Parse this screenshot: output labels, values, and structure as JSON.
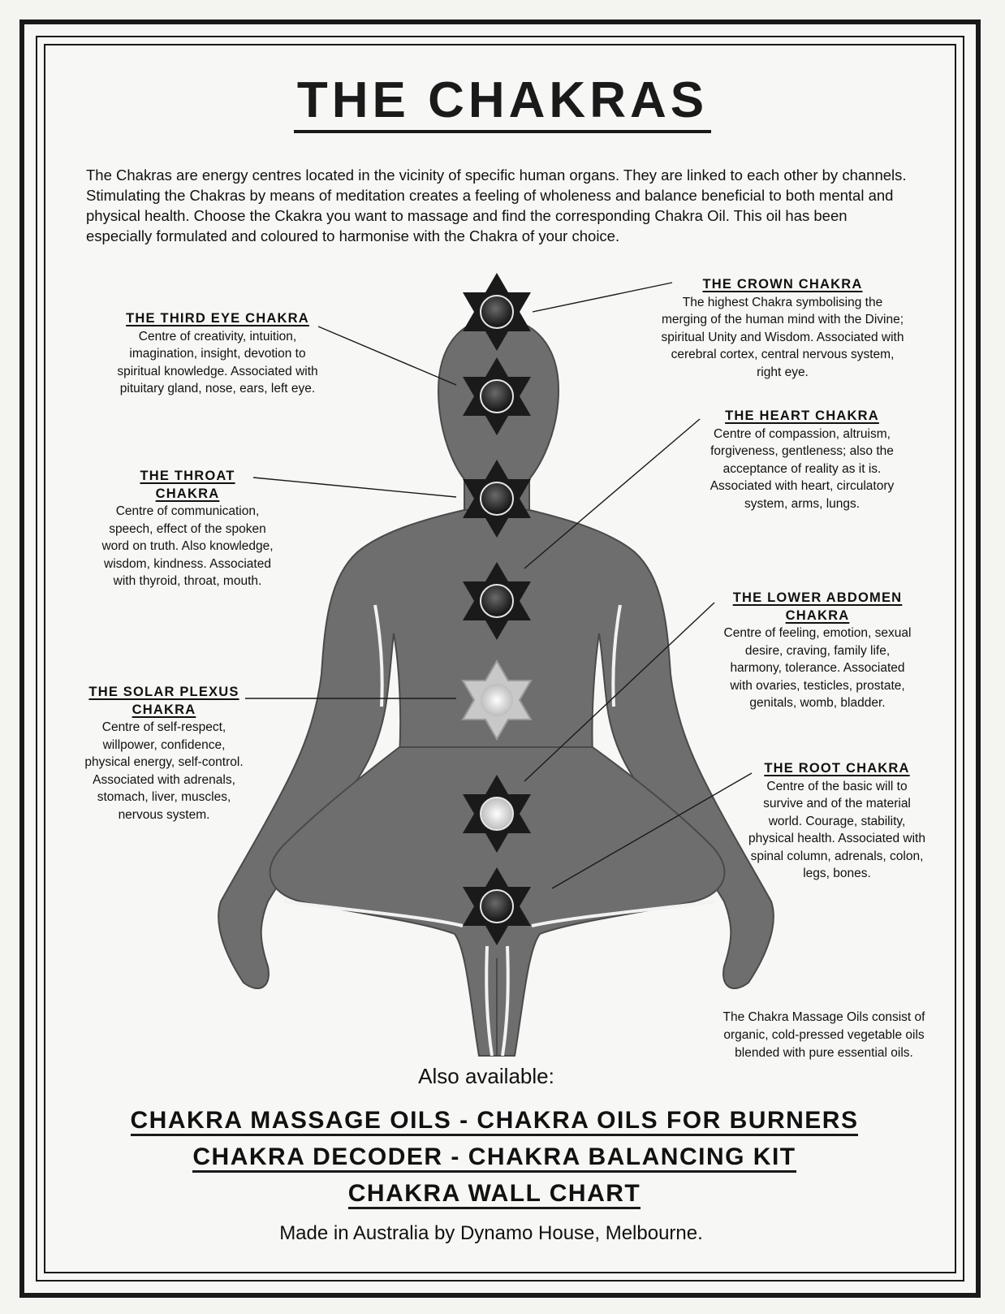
{
  "title": "THE CHAKRAS",
  "intro": "The Chakras are energy centres located in the vicinity of specific human organs. They are linked to each other by channels. Stimulating the Chakras by means of meditation creates a feeling of wholeness and balance beneficial to both mental and physical health. Choose the Ckakra you want to massage and find the corresponding Chakra Oil. This oil has been especially formulated and coloured to harmonise with the Chakra of your choice.",
  "chakras": {
    "crown": {
      "heading": "THE CROWN CHAKRA",
      "text": "The highest Chakra symbolising the merging of the human mind with the Divine; spiritual Unity and Wisdom. Associated with cerebral cortex, central nervous system, right eye."
    },
    "third_eye": {
      "heading": "THE THIRD EYE CHAKRA",
      "text": "Centre of creativity, intuition, imagination, insight, devotion to spiritual knowledge. Associated with pituitary gland, nose, ears, left eye."
    },
    "heart": {
      "heading": "THE HEART CHAKRA",
      "text": "Centre of compassion, altruism, forgiveness, gentleness; also the acceptance of reality as it is. Associated with heart, circulatory system, arms, lungs."
    },
    "throat": {
      "heading_line1": "THE THROAT",
      "heading_line2": "CHAKRA",
      "text": "Centre of communication, speech, effect of the spoken word on truth. Also knowledge, wisdom, kindness. Associated with thyroid, throat, mouth."
    },
    "lower_abdomen": {
      "heading_line1": "THE LOWER ABDOMEN",
      "heading_line2": "CHAKRA",
      "text": "Centre of feeling, emotion, sexual desire, craving, family life, harmony, tolerance. Associated with ovaries, testicles, prostate, genitals, womb, bladder."
    },
    "solar_plexus": {
      "heading_line1": "THE SOLAR PLEXUS",
      "heading_line2": "CHAKRA",
      "text": "Centre of self-respect, willpower, confidence, physical energy, self-control. Associated with adrenals, stomach, liver, muscles, nervous system."
    },
    "root": {
      "heading": "THE ROOT CHAKRA",
      "text": "Centre of the basic will to survive and of the material world. Courage, stability, physical health. Associated with spinal column, adrenals, colon, legs, bones."
    }
  },
  "oils_note": "The Chakra Massage Oils consist of organic, cold-pressed vegetable oils blended with pure essential oils.",
  "also_available": "Also available:",
  "products": [
    "CHAKRA MASSAGE OILS - CHAKRA OILS FOR BURNERS",
    "CHAKRA DECODER - CHAKRA BALANCING KIT",
    "CHAKRA WALL CHART"
  ],
  "made_in": "Made in Australia by Dynamo House, Melbourne.",
  "colors": {
    "figure": "#6f6f6f",
    "ink": "#1a1a1a",
    "paper": "#f6f6f3"
  }
}
